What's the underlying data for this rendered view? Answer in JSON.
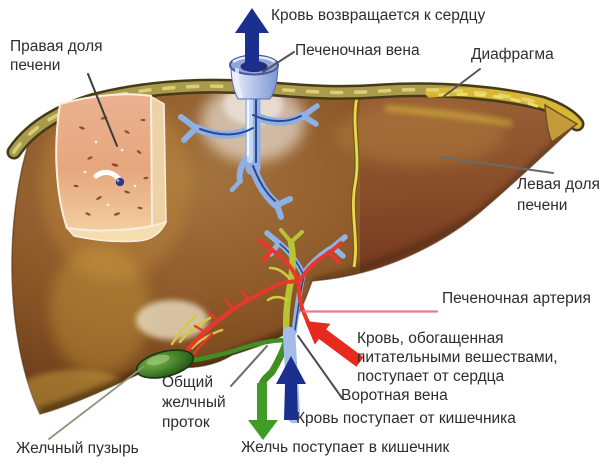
{
  "labels": {
    "blood_returns_to_heart": "Кровь возвращается к сердцу",
    "hepatic_vein": "Печеночная вена",
    "diaphragm": "Диафрагма",
    "right_lobe": "Правая доля\nпечени",
    "left_lobe": "Левая доля\nпечени",
    "hepatic_artery": "Печеночная артерия",
    "enriched_blood": "Кровь, обогащенная\nпитательными вешествами,\nпоступает от сердца",
    "portal_vein": "Воротная вена",
    "blood_from_intestine": "Кровь поступает от кишечника",
    "bile_to_intestine": "Желчь поступает в кишечник",
    "common_bile_duct": "Общий\nжелчный\nпроток",
    "gallbladder": "Желчный пузырь"
  },
  "arrows": {
    "blood_to_heart": {
      "direction": "up",
      "color": "#1b2f8e"
    },
    "portal_blood_in": {
      "direction": "up",
      "color": "#1b2f8e"
    },
    "bile_out": {
      "direction": "down",
      "color": "#3f9c26"
    },
    "arterial_blood_in": {
      "direction": "up-left",
      "color": "#e62a1e"
    }
  },
  "colors": {
    "liver_brown": "#8a5526",
    "left_lobe_brown": "#8a4f2a",
    "diaphragm_olive": "#a99a4e",
    "vein_blue": "#8fb0e2",
    "gallbladder_green": "#3f7d26",
    "bile_yellow_green": "#b6c531",
    "artery_red": "#e8372b",
    "artery_leader_line": "#e8798e",
    "leader_line_gray": "#4a4a4a",
    "text_color": "#2d2d2d"
  }
}
